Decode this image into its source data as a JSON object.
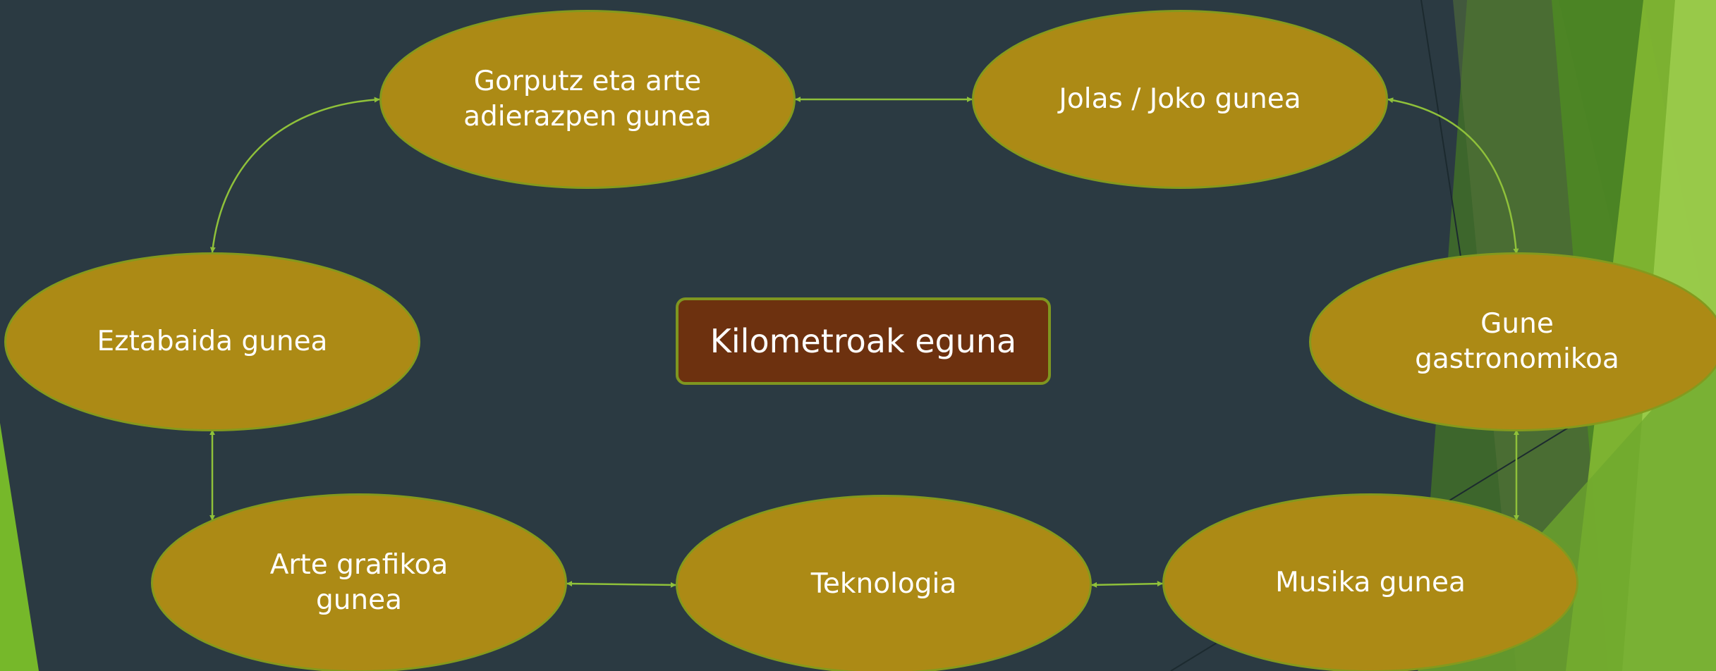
{
  "diagram": {
    "center": {
      "label": "Kilometroak eguna"
    },
    "nodes": {
      "gorputz": {
        "line1": "Gorputz eta arte",
        "line2": "adierazpen gunea"
      },
      "jolas": {
        "label": "Jolas / Joko gunea"
      },
      "gastronomikoa": {
        "line1": "Gune",
        "line2": "gastronomikoa"
      },
      "eztabaida": {
        "label": "Eztabaida gunea"
      },
      "arte_grafikoa": {
        "line1": "Arte grafikoa",
        "line2": "gunea"
      },
      "teknologia": {
        "label": "Teknologia"
      },
      "musika": {
        "label": "Musika gunea"
      }
    },
    "connectors": [
      [
        "gorputz",
        "jolas"
      ],
      [
        "jolas",
        "gastronomikoa"
      ],
      [
        "gastronomikoa",
        "musika"
      ],
      [
        "musika",
        "teknologia"
      ],
      [
        "teknologia",
        "arte_grafikoa"
      ],
      [
        "arte_grafikoa",
        "eztabaida"
      ],
      [
        "eztabaida",
        "gorputz"
      ]
    ]
  },
  "colors": {
    "background": "#2b3a42",
    "node_fill": "#ac8a15",
    "node_border": "#849a1d",
    "center_fill": "#6d310f",
    "connector": "#8fc13a",
    "accent_green": "#76b82a"
  }
}
